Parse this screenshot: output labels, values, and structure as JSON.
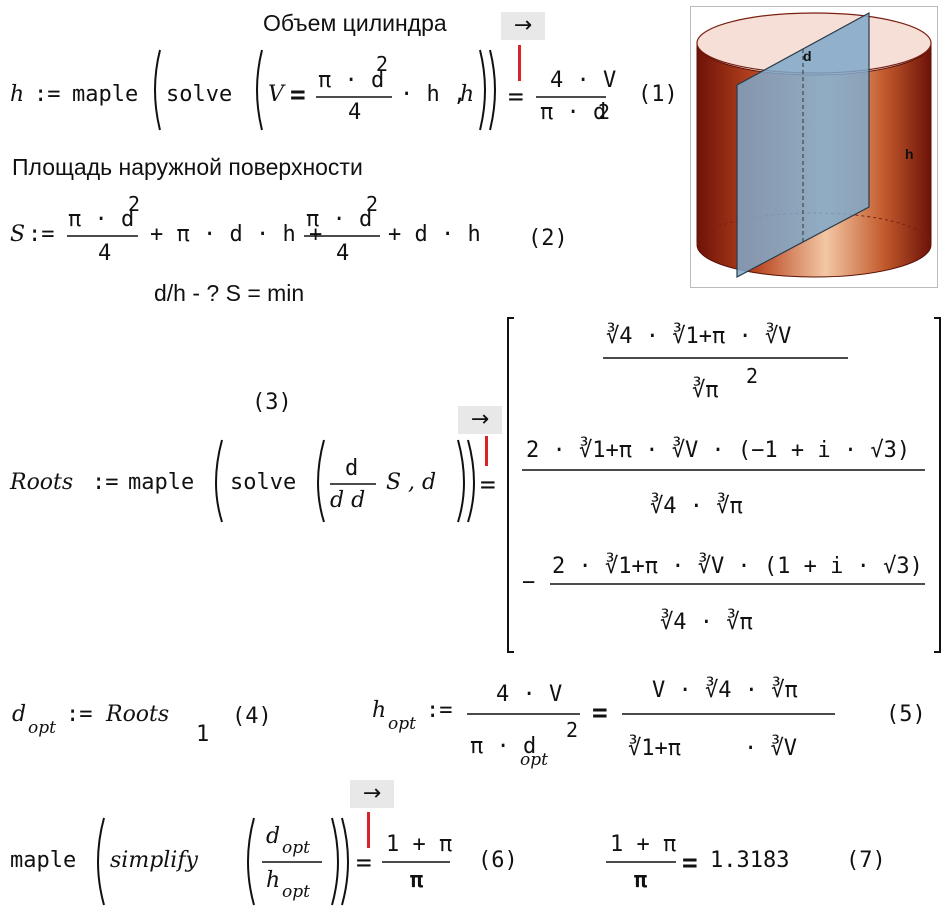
{
  "heading_volume": "Объем цилиндра",
  "heading_surface": "Площадь наружной поверхности",
  "problem": "d/h - ?   S = min",
  "arrow_symbol": "→",
  "eq_numbers": [
    "(1)",
    "(2)",
    "(3)",
    "(4)",
    "(5)",
    "(6)",
    "(7)"
  ],
  "eq1": {
    "lhs": "h",
    "assign": ":=",
    "fn": "maple",
    "solve": "solve",
    "V": "V",
    "eq": "=",
    "pi_d": "π · d",
    "exp2": "2",
    "den4": "4",
    "dot_h": "· h ,",
    "h": "h",
    "res_num": "4 · V",
    "res_den": "π · d"
  },
  "eq2": {
    "lhs": "S",
    "assign": ":=",
    "t1_num": "π · d",
    "t1_den": "4",
    "mid": "+ π · d · h +",
    "t3_num": "π · d",
    "t3_den": "4",
    "tail": "+ d · h",
    "exp2": "2"
  },
  "eq3": {
    "lhs": "Roots",
    "assign": ":=",
    "fn": "maple",
    "solve": "solve",
    "dnum": "d",
    "dden": "d d",
    "S": "S",
    "d": ", d",
    "r1_num": "∛4 · ∛1+π · ∛V",
    "r1_den": "∛π",
    "r2_num": "2 · ∛1+π · ∛V · (−1 + i · √3)",
    "r2_den": "∛4 · ∛π",
    "r3_minus": "−",
    "r3_num": "2 · ∛1+π · ∛V · (1 + i · √3)",
    "r3_den": "∛4 · ∛π"
  },
  "eq4": {
    "lhs": "d",
    "sub": "opt",
    "assign": ":=",
    "rhs": "Roots",
    "idx": "1"
  },
  "eq5": {
    "lhs": "h",
    "sub": "opt",
    "assign": ":=",
    "num": "4 · V",
    "den": "π · d",
    "den_sub": "opt",
    "eq": "=",
    "r_num": "V · ∛4 · ∛π",
    "r_den1": "∛1+π",
    "r_den2": "· ∛V"
  },
  "eq6": {
    "fn": "maple",
    "simplify": "simplify",
    "num": "d",
    "num_sub": "opt",
    "den": "h",
    "den_sub": "opt",
    "res_num": "1 + π",
    "res_den": "π"
  },
  "eq7": {
    "num": "1 + π",
    "den": "π",
    "eq": "=",
    "value": "1.3183"
  },
  "figure": {
    "label_d": "d",
    "label_h": "h",
    "body_color": "#8b1a0e",
    "face_color": "#7fa8c9"
  }
}
